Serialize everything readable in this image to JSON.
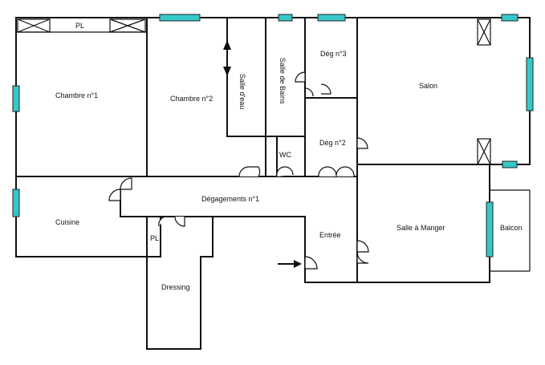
{
  "plan": {
    "accent_window_color": "#35c8c8",
    "wall_color": "#111111",
    "rooms": [
      {
        "id": "chambre1",
        "label": "Chambre n°1"
      },
      {
        "id": "chambre2",
        "label": "Chambre n°2"
      },
      {
        "id": "salle_eau",
        "label": "Salle d'eau"
      },
      {
        "id": "salle_bains",
        "label": "Salle de Bains"
      },
      {
        "id": "deg3",
        "label": "Dég n°3"
      },
      {
        "id": "salon",
        "label": "Salon"
      },
      {
        "id": "wc",
        "label": "WC"
      },
      {
        "id": "deg2",
        "label": "Dég n°2"
      },
      {
        "id": "cuisine",
        "label": "Cuisine"
      },
      {
        "id": "degagements1",
        "label": "Dégagements n°1"
      },
      {
        "id": "entree",
        "label": "Entrée"
      },
      {
        "id": "salle_manger",
        "label": "Salle à Manger"
      },
      {
        "id": "balcon",
        "label": "Balcon"
      },
      {
        "id": "dressing",
        "label": "Dressing"
      },
      {
        "id": "pl_top",
        "label": "PL"
      },
      {
        "id": "pl_bottom",
        "label": "PL"
      }
    ]
  }
}
